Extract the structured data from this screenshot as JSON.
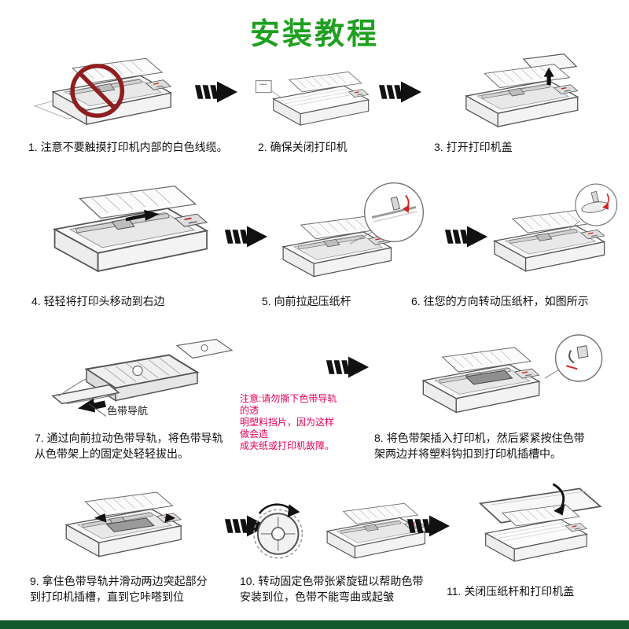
{
  "title": "安装教程",
  "steps": [
    {
      "caption": "1. 注意不要触摸打印机内部的白色线缆。"
    },
    {
      "caption": "2. 确保关闭打印机"
    },
    {
      "caption": "3. 打开打印机盖"
    },
    {
      "caption": "4. 轻轻将打印头移动到右边"
    },
    {
      "caption": "5. 向前拉起压纸杆"
    },
    {
      "caption": "6. 往您的方向转动压纸杆，如图所示"
    },
    {
      "caption": "7. 通过向前拉动色带导轨，将色带导轨\n从色带架上的固定处轻轻拔出。"
    },
    {
      "caption": "8. 将色带架插入打印机，然后紧紧按住色带\n架两边并将塑料钩扣到打印机插槽中。"
    },
    {
      "caption": "9. 拿住色带导轨并滑动两边突起部分\n到打印机插槽，直到它咔嗒到位"
    },
    {
      "caption": "10. 转动固定色带张紧旋钮以帮助色带\n安装到位，色带不能弯曲或起皱"
    },
    {
      "caption": "11. 关闭压纸杆和打印机盖"
    }
  ],
  "ribbon_label": "色带导航",
  "note": "注意:请勿撕下色带导轨的透\n明塑料挡片，因为这样做会造\n成夹纸或打印机故障。",
  "colors": {
    "title_green": "#1fa01f",
    "note_red": "#e60057",
    "footer_green": "#14582e",
    "prohibition_red": "#8f1f1f",
    "arrow_black": "#111111"
  },
  "icons": {
    "step_arrow": "fast-forward-arrow",
    "step1_overlay": "prohibition-no-touch",
    "step5_overlay": "detail-zoom-circle",
    "step6_overlay": "detail-zoom-circle",
    "step8_overlay": "detail-zoom-circle"
  }
}
